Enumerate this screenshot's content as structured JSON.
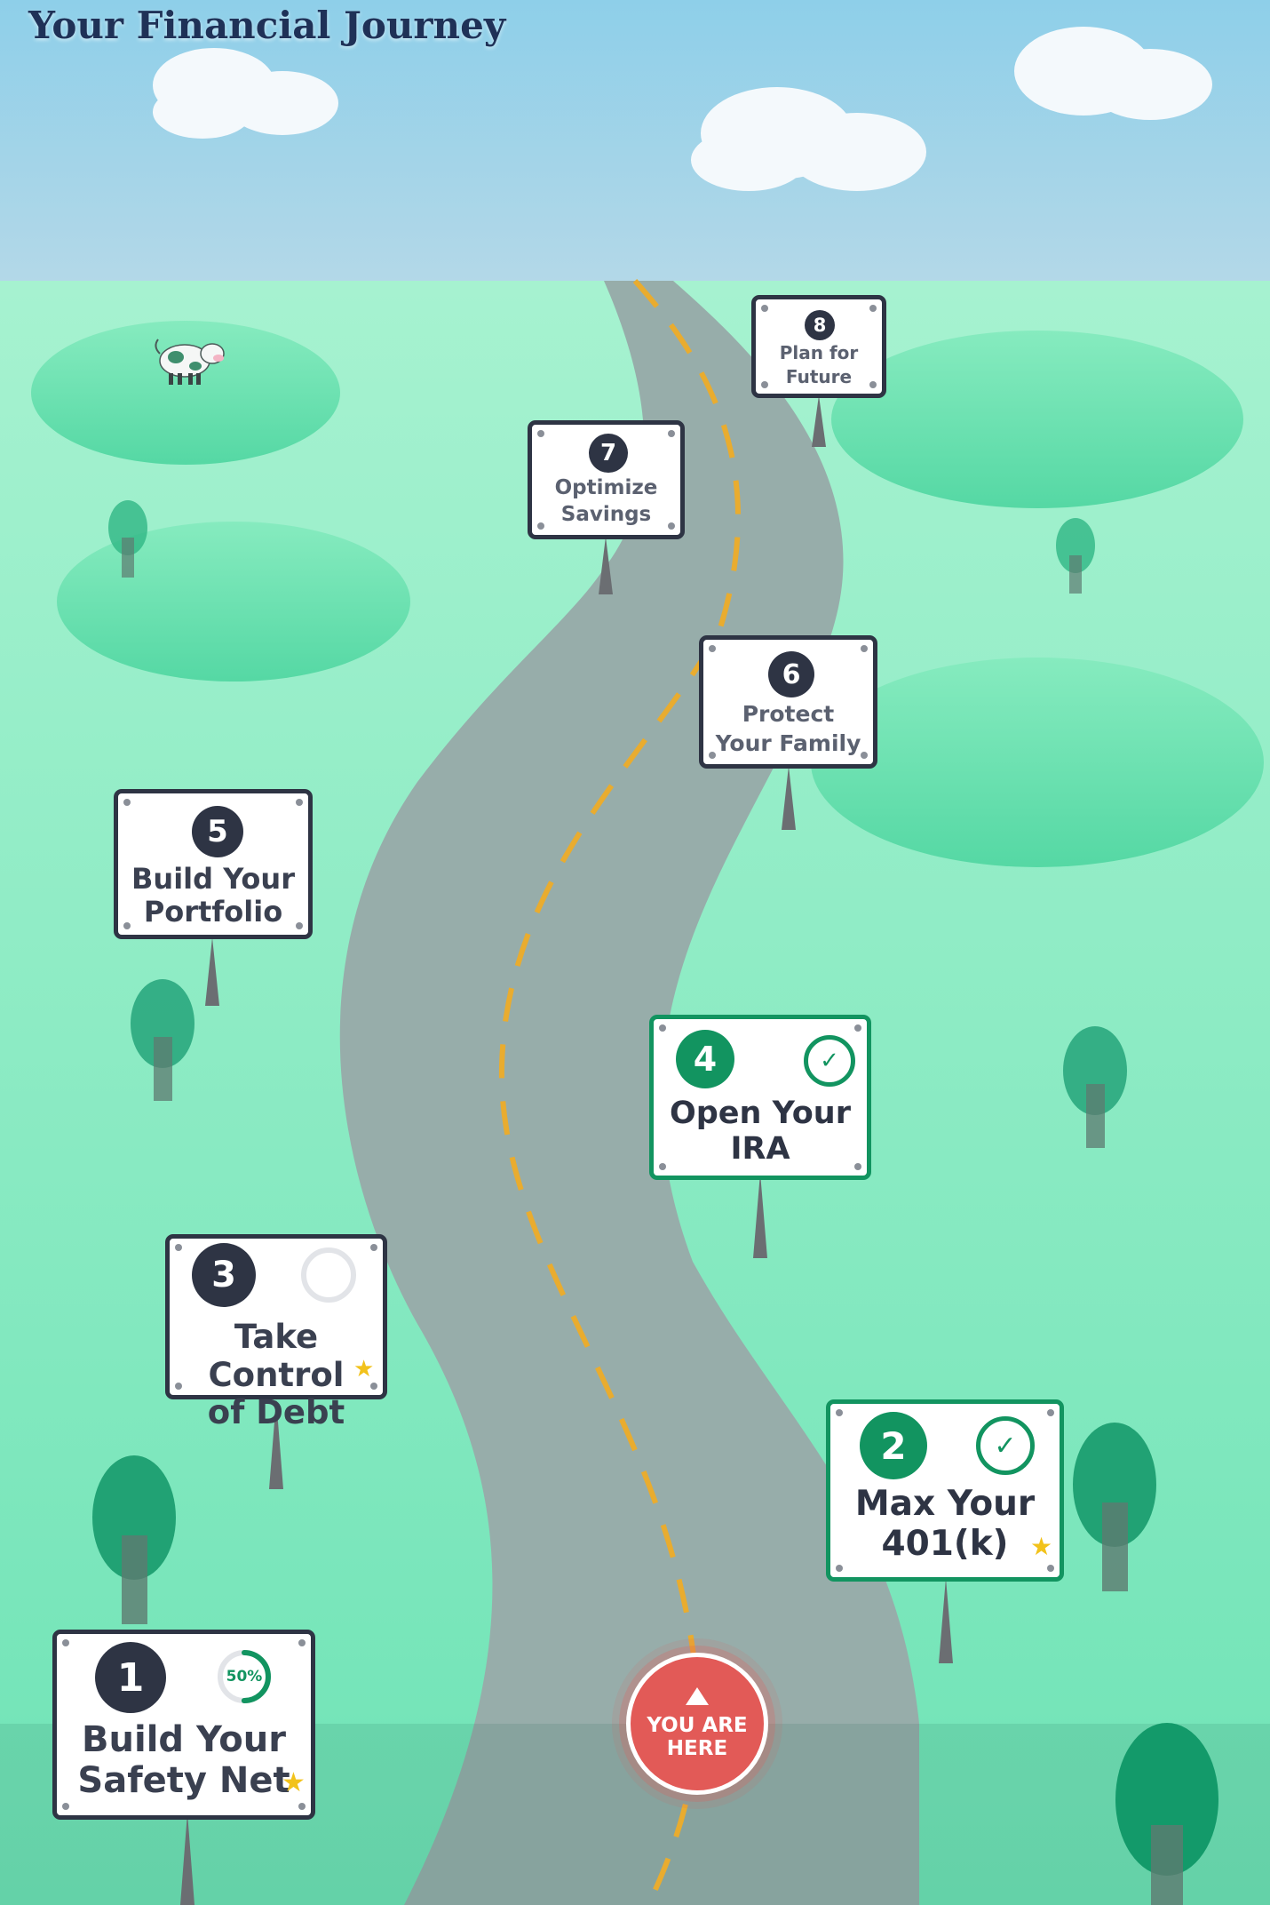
{
  "page": {
    "title": "Your Financial Journey"
  },
  "marker": {
    "line1": "YOU ARE",
    "line2": "HERE"
  },
  "colors": {
    "sky_top": "#8ecfe9",
    "sky_bottom": "#b3d8e8",
    "grass": "#9eeecb",
    "road": "#97adaa",
    "dash": "#e9ac2f",
    "complete": "#129460",
    "sign_border": "#2e3444",
    "marker": "#e25a57"
  },
  "steps": [
    {
      "number": "1",
      "line1": "Build Your",
      "line2": "Safety Net",
      "status": "in-progress",
      "progress_label": "50%",
      "progress": 0.5,
      "starred": true
    },
    {
      "number": "2",
      "line1": "Max Your",
      "line2": "401(k)",
      "status": "complete",
      "check_icon": "✓",
      "starred": true
    },
    {
      "number": "3",
      "line1": "Take Control",
      "line2": "of Debt",
      "status": "not-started",
      "starred": true
    },
    {
      "number": "4",
      "line1": "Open Your",
      "line2": "IRA",
      "status": "complete",
      "check_icon": "✓",
      "starred": false
    },
    {
      "number": "5",
      "line1": "Build Your",
      "line2": "Portfolio",
      "status": "locked",
      "starred": false
    },
    {
      "number": "6",
      "line1": "Protect",
      "line2": "Your Family",
      "status": "locked",
      "starred": false
    },
    {
      "number": "7",
      "line1": "Optimize",
      "line2": "Savings",
      "status": "locked",
      "starred": false
    },
    {
      "number": "8",
      "line1": "Plan for",
      "line2": "Future",
      "status": "locked",
      "starred": false
    }
  ]
}
